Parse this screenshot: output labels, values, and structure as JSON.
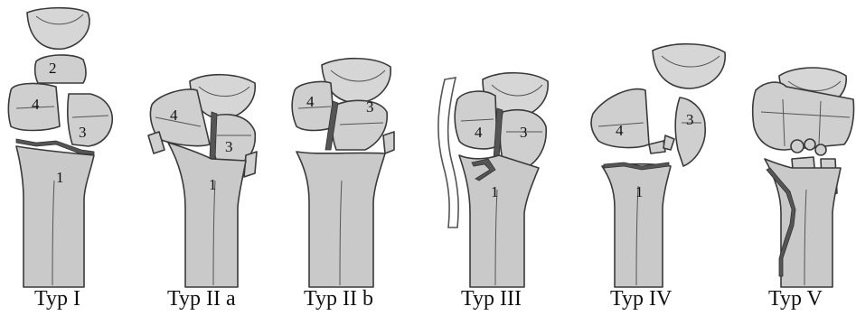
{
  "panels": [
    {
      "label": "Typ I",
      "fragments": [
        "2",
        "4",
        "3",
        "1"
      ]
    },
    {
      "label": "Typ II a",
      "fragments": [
        "4",
        "3",
        "1"
      ]
    },
    {
      "label": "Typ II b",
      "fragments": [
        "4",
        "3"
      ]
    },
    {
      "label": "Typ III",
      "fragments": [
        "4",
        "3",
        "1"
      ]
    },
    {
      "label": "Typ IV",
      "fragments": [
        "4",
        "3",
        "1"
      ]
    },
    {
      "label": "Typ V",
      "fragments": []
    }
  ]
}
